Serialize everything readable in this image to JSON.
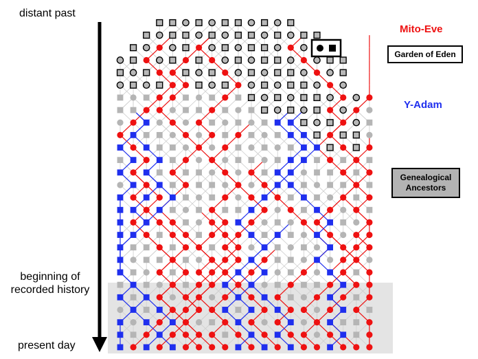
{
  "timeline": {
    "top_label": "distant past",
    "middle_label_line1": "beginning of",
    "middle_label_line2": "recorded history",
    "bottom_label": "present day"
  },
  "legend": {
    "mito_eve": "Mito-Eve",
    "y_adam": "Y-Adam",
    "garden_of_eden": "Garden of Eden",
    "genealogical_ancestors_line1": "Genealogical",
    "genealogical_ancestors_line2": "Ancestors"
  },
  "colors": {
    "female_line": "#ee1111",
    "male_line": "#1f2fee",
    "ordinary_node": "#b5b5b5",
    "ancestor_node": "#b8b8b8",
    "edge": "#cfcfcf",
    "recorded_history_band": "#e4e4e4"
  }
}
